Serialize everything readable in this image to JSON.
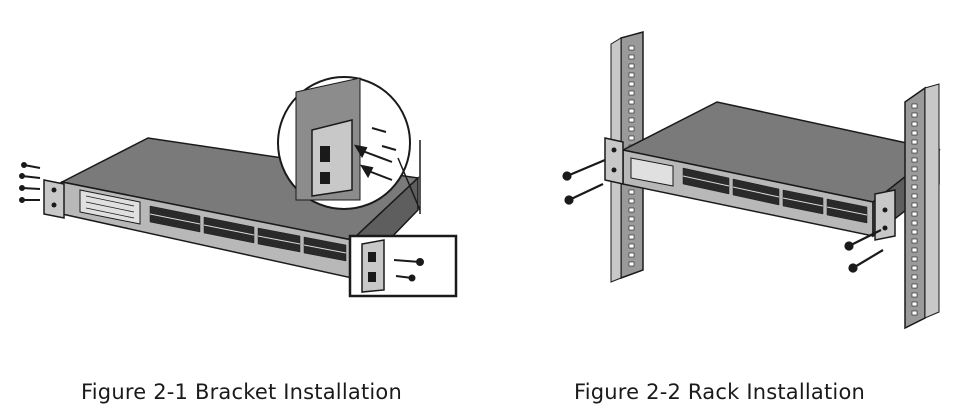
{
  "figures": [
    {
      "caption": "Figure 2-1 Bracket Installation",
      "illustration": "switch-with-mounting-bracket-and-screws"
    },
    {
      "caption": "Figure 2-2 Rack Installation",
      "illustration": "switch-mounted-in-rack-rails"
    }
  ],
  "colors": {
    "line": "#1a1a1a",
    "body_fill": "#9a9a9a",
    "top_fill": "#7a7a7a",
    "panel_fill": "#d8d8d8",
    "port_fill": "#2a2a2a"
  }
}
